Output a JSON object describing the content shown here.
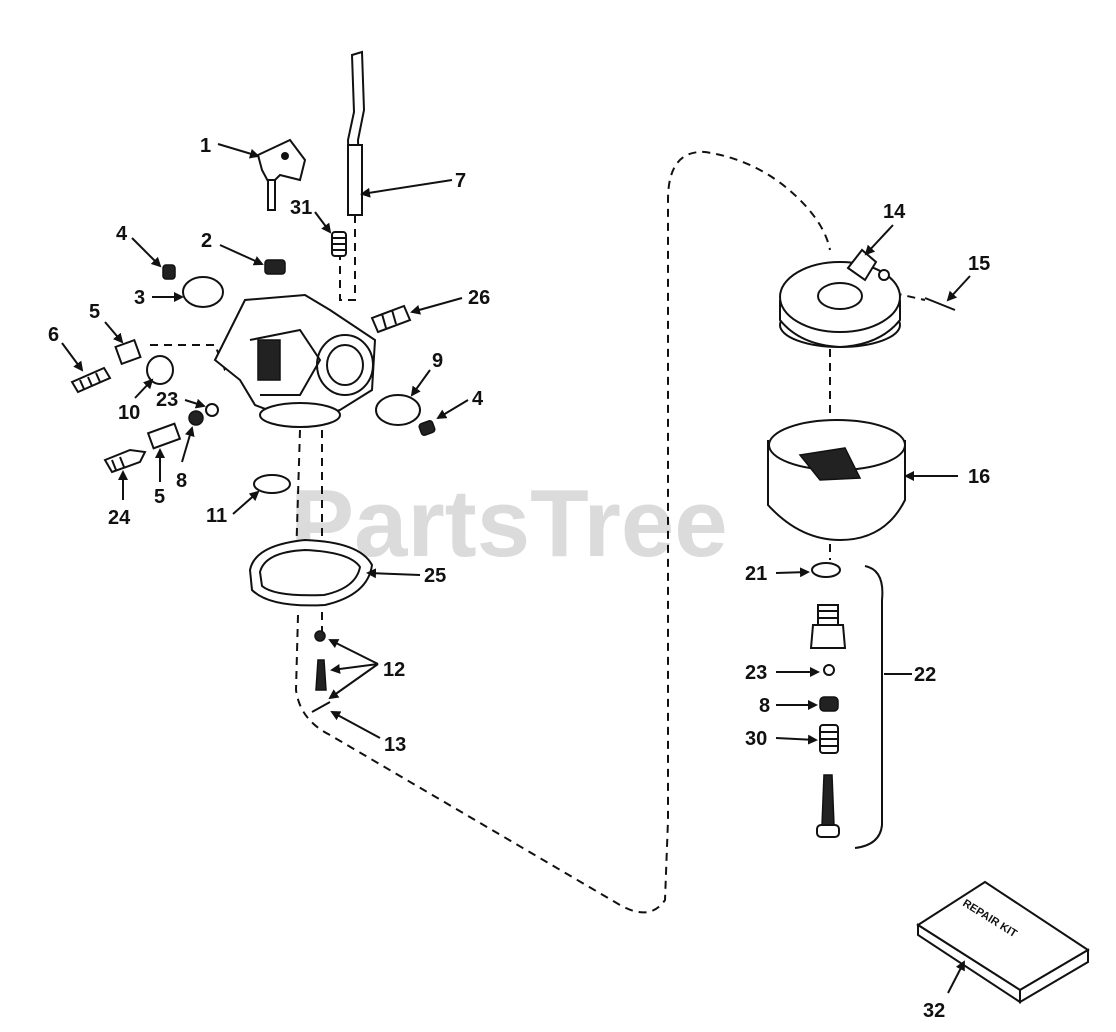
{
  "watermark": "PartsTree",
  "repair_kit_text": "REPAIR KIT",
  "colors": {
    "ink": "#111111",
    "watermark": "#cfcfcf",
    "background": "#ffffff"
  },
  "callouts": {
    "c1": "1",
    "c2": "2",
    "c3": "3",
    "c4a": "4",
    "c4b": "4",
    "c5a": "5",
    "c5b": "5",
    "c6": "6",
    "c7": "7",
    "c8a": "8",
    "c8b": "8",
    "c9": "9",
    "c10": "10",
    "c11": "11",
    "c12": "12",
    "c13": "13",
    "c14": "14",
    "c15": "15",
    "c16": "16",
    "c21": "21",
    "c22": "22",
    "c23a": "23",
    "c23b": "23",
    "c24": "24",
    "c25": "25",
    "c26": "26",
    "c30": "30",
    "c31": "31",
    "c32": "32"
  }
}
